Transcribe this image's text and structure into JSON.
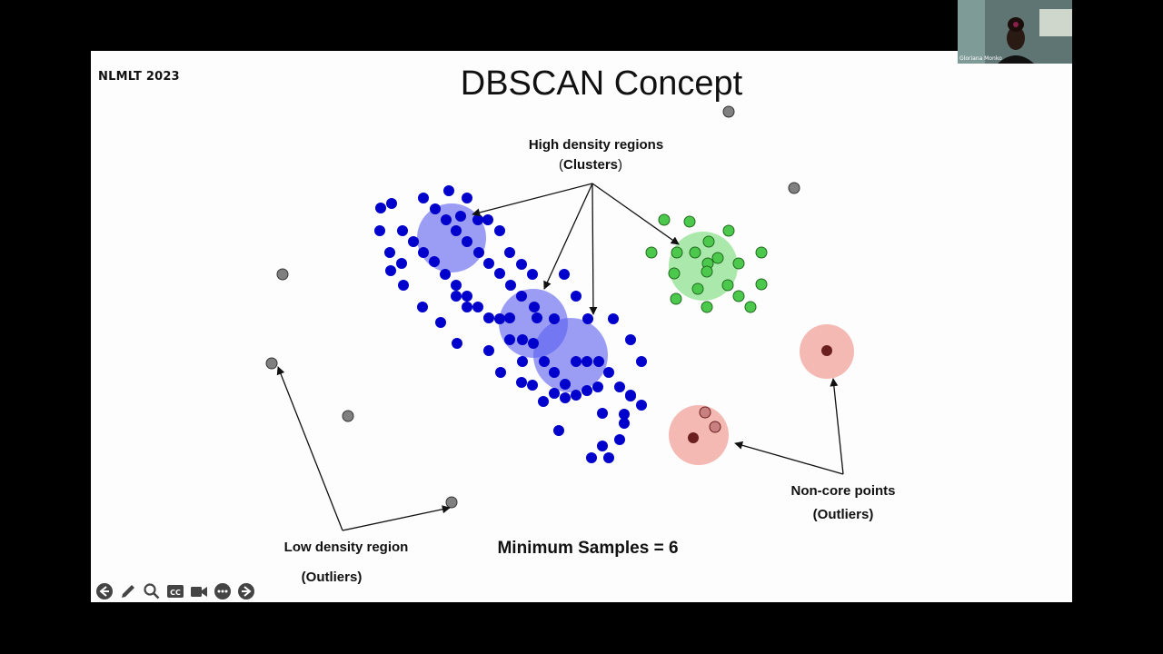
{
  "slide": {
    "conference": "NLMLT 2023",
    "title": "DBSCAN Concept",
    "labels": {
      "high_density_line1": "High density regions",
      "high_density_line2_open": "(",
      "high_density_line2": "Clusters",
      "high_density_line2_close": ")",
      "non_core_line1": "Non-core points",
      "non_core_line2": "(Outliers)",
      "low_density_line1": "Low density region",
      "low_density_line2": "(Outliers)",
      "min_samples": "Minimum Samples = 6"
    },
    "colors": {
      "cluster_blue": "#0000cc",
      "cluster_blue_circle": "#5a5ef0",
      "cluster_green": "#4cc94c",
      "cluster_green_circle": "#8fe08f",
      "outlier_gray": "#808080",
      "noncore_pink": "#f2a8a0",
      "noncore_dark": "#6b1f1f"
    }
  },
  "toolbar": {
    "icons": [
      "arrow-left-icon",
      "pen-icon",
      "search-icon",
      "closed-captions-icon",
      "video-camera-icon",
      "more-icon",
      "arrow-right-icon"
    ]
  },
  "video": {
    "participant_name": "Gloriana Monko"
  }
}
